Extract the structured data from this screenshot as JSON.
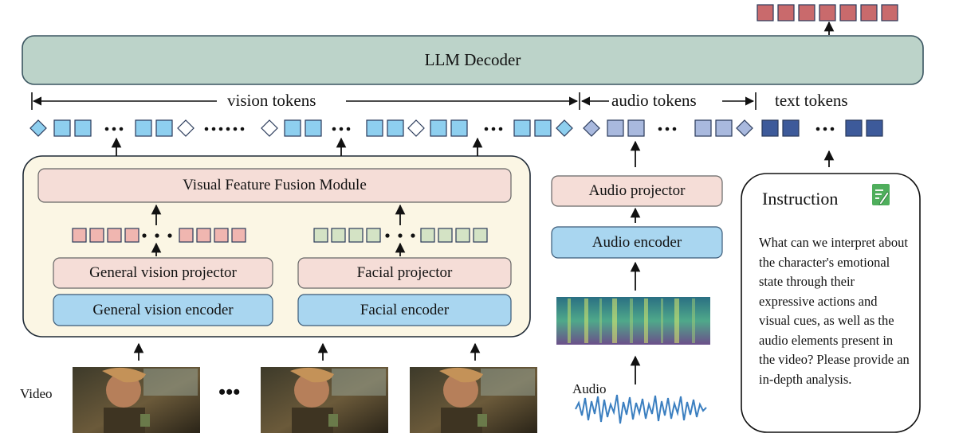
{
  "decoder": {
    "label": "LLM Decoder"
  },
  "token_labels": {
    "vision": "vision tokens",
    "audio": "audio tokens",
    "text": "text tokens"
  },
  "visual_module": {
    "fusion_label": "Visual Feature Fusion Module",
    "general_projector_label": "General vision projector",
    "facial_projector_label": "Facial projector",
    "general_encoder_label": "General vision encoder",
    "facial_encoder_label": "Facial encoder"
  },
  "audio_branch": {
    "projector_label": "Audio projector",
    "encoder_label": "Audio encoder",
    "input_label": "Audio"
  },
  "video": {
    "label": "Video"
  },
  "instruction": {
    "title": "Instruction",
    "text": "What can we interpret about the character's emotional state through their expressive actions and visual cues, as well as the audio elements present in the video? Please provide an in-depth analysis."
  },
  "colors": {
    "decoder_fill": "#bcd3c9",
    "module_bg": "#fbf6e4",
    "projector_fill": "#f5ddd7",
    "encoder_fill": "#a9d6f0",
    "vision_token": "#8ecfef",
    "audio_token": "#a9b9de",
    "text_token": "#3d5a9a",
    "output_token": "#c96a6c",
    "general_feature": "#f0b6b0",
    "facial_feature": "#d4e3c5"
  }
}
